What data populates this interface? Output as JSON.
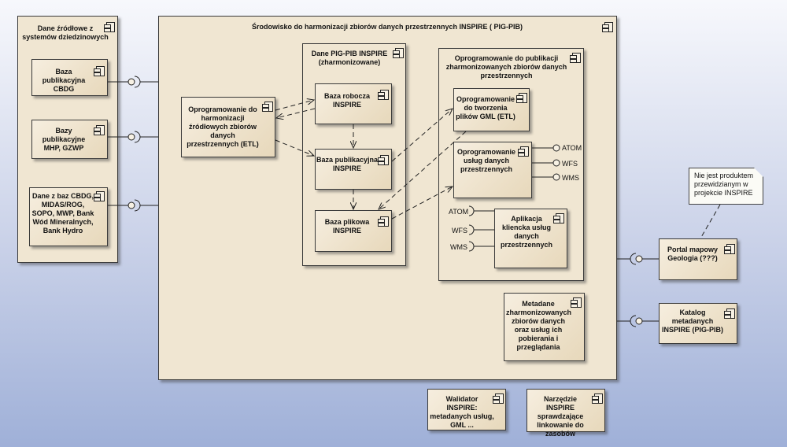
{
  "diagram": {
    "source_systems": {
      "title": "Dane źródłowe z systemów dziedzinowych",
      "items": [
        "Baza publikacyjna CBDG",
        "Bazy publikacyjne MHP, GZWP",
        "Dane z baz CBDG, MIDAS/ROG, SOPO, MWP, Bank Wód Mineralnych, Bank Hydro"
      ]
    },
    "environment": {
      "title": "Środowisko do harmonizacji zbiorów danych przestrzennych INSPIRE ( PIG-PIB)",
      "etl": "Oprogramowanie do harmonizacji źródłowych zbiorów danych przestrzennych (ETL)",
      "harmonized": {
        "title": "Dane PIG-PIB INSPIRE (zharmonizowane)",
        "working_db": "Baza robocza INSPIRE",
        "publication_db": "Baza publikacyjna INSPIRE",
        "file_db": "Baza plikowa INSPIRE"
      },
      "publishing": {
        "title": "Oprogramowanie do publikacji zharmonizowanych zbiorów danych przestrzennych",
        "gml_tool": "Oprogramowanie do tworzenia plików GML (ETL)",
        "services": "Oprogramowanie usług danych przestrzennych",
        "client_app": "Aplikacja kliencka usług danych przestrzennych",
        "interfaces": [
          "ATOM",
          "WFS",
          "WMS"
        ]
      },
      "metadata": "Metadane zharmonizowanych zbiorów danych oraz usług ich pobierania i przeglądania"
    },
    "external": {
      "portal": "Portal mapowy Geologia (???)",
      "catalog": "Katalog metadanych INSPIRE (PIG-PIB)",
      "validator": "Walidator INSPIRE: metadanych usług, GML ...",
      "link_tool": "Narzędzie INSPIRE sprawdzające linkowanie do zasobów",
      "note": "Nie jest produktem przewidzianym w projekcie INSPIRE"
    }
  }
}
